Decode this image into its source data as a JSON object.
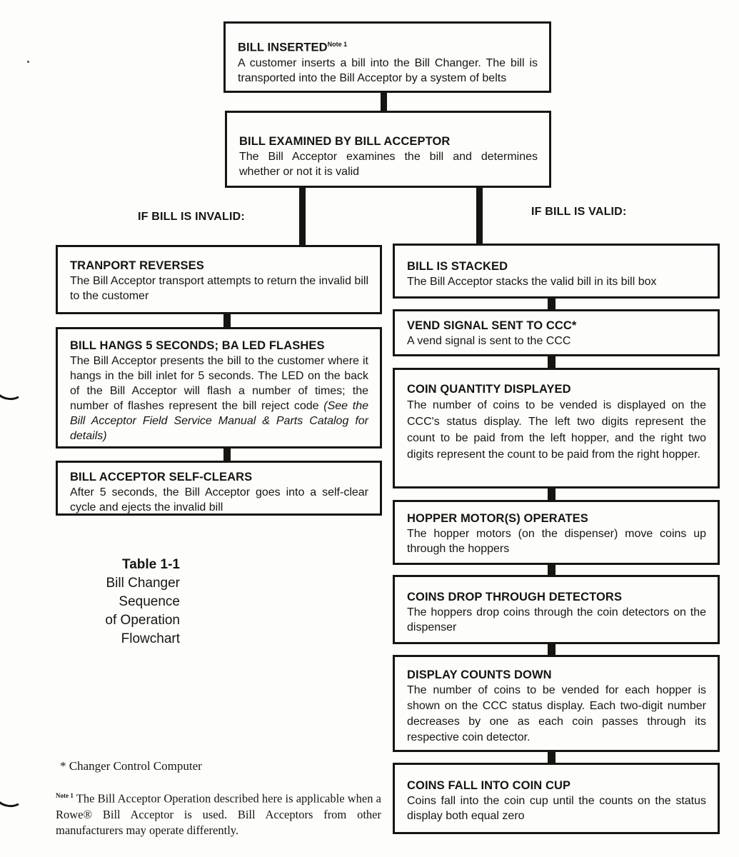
{
  "colors": {
    "ink": "#17150f",
    "paper": "#fdfdfb"
  },
  "flow": {
    "top_boxes": [
      {
        "title": "BILL INSERTED",
        "note_sup": "Note 1",
        "body": "A customer inserts a bill into the Bill Changer. The bill is transported into the Bill Acceptor by a system of belts"
      },
      {
        "title": "BILL EXAMINED BY BILL ACCEPTOR",
        "body": "The Bill Acceptor examines the bill and determines whether or not it is valid"
      }
    ],
    "branch_labels": {
      "invalid": "IF BILL IS INVALID:",
      "valid": "IF BILL IS VALID:"
    },
    "invalid_branch": [
      {
        "title": "TRANPORT REVERSES",
        "body": "The Bill Acceptor transport attempts to return the invalid bill to the customer"
      },
      {
        "title": "BILL HANGS 5 SECONDS; BA LED FLASHES",
        "body": "The Bill Acceptor presents the bill to the customer where it hangs in the bill inlet for 5 seconds. The LED on the back of the Bill Acceptor will flash a number of times; the number of flashes represent the bill reject code ",
        "body_italic": "(See the Bill Acceptor Field Service Manual & Parts Catalog for details)"
      },
      {
        "title": "BILL ACCEPTOR SELF-CLEARS",
        "body": "After 5 seconds, the Bill Acceptor goes into a self-clear cycle and ejects the invalid bill"
      }
    ],
    "valid_branch": [
      {
        "title": "BILL IS STACKED",
        "body": "The Bill Acceptor stacks the valid bill in its bill box"
      },
      {
        "title": "VEND SIGNAL SENT TO CCC*",
        "body": "A vend signal is sent to the CCC"
      },
      {
        "title": "COIN QUANTITY DISPLAYED",
        "body": "The number of coins to be vended is displayed on the CCC's status display. The left two digits represent the count to be paid from the left hopper, and the right two digits represent the count to be paid from the right hopper."
      },
      {
        "title": "HOPPER MOTOR(S) OPERATES",
        "body": "The hopper motors (on the dispenser) move coins up through the hoppers"
      },
      {
        "title": "COINS DROP THROUGH DETECTORS",
        "body": "The hoppers drop coins through the coin detectors on the dispenser"
      },
      {
        "title": "DISPLAY COUNTS DOWN",
        "body": "The number of coins to be vended for each hopper is shown on the CCC status display. Each two-digit number decreases by one as each coin passes through its respective coin detector."
      },
      {
        "title": "COINS FALL INTO COIN CUP",
        "body": "Coins fall into the coin cup until the counts on the status display both equal zero"
      }
    ]
  },
  "caption": {
    "lines": [
      "Table 1-1",
      "Bill Changer",
      "Sequence",
      "of Operation",
      "Flowchart"
    ]
  },
  "footnotes": {
    "ccc": "* Changer Control Computer",
    "note_marker": "Note 1",
    "note_body": " The Bill Acceptor Operation described here is applicable when a Rowe® Bill Acceptor is used. Bill Acceptors from other manufacturers may operate differently."
  }
}
